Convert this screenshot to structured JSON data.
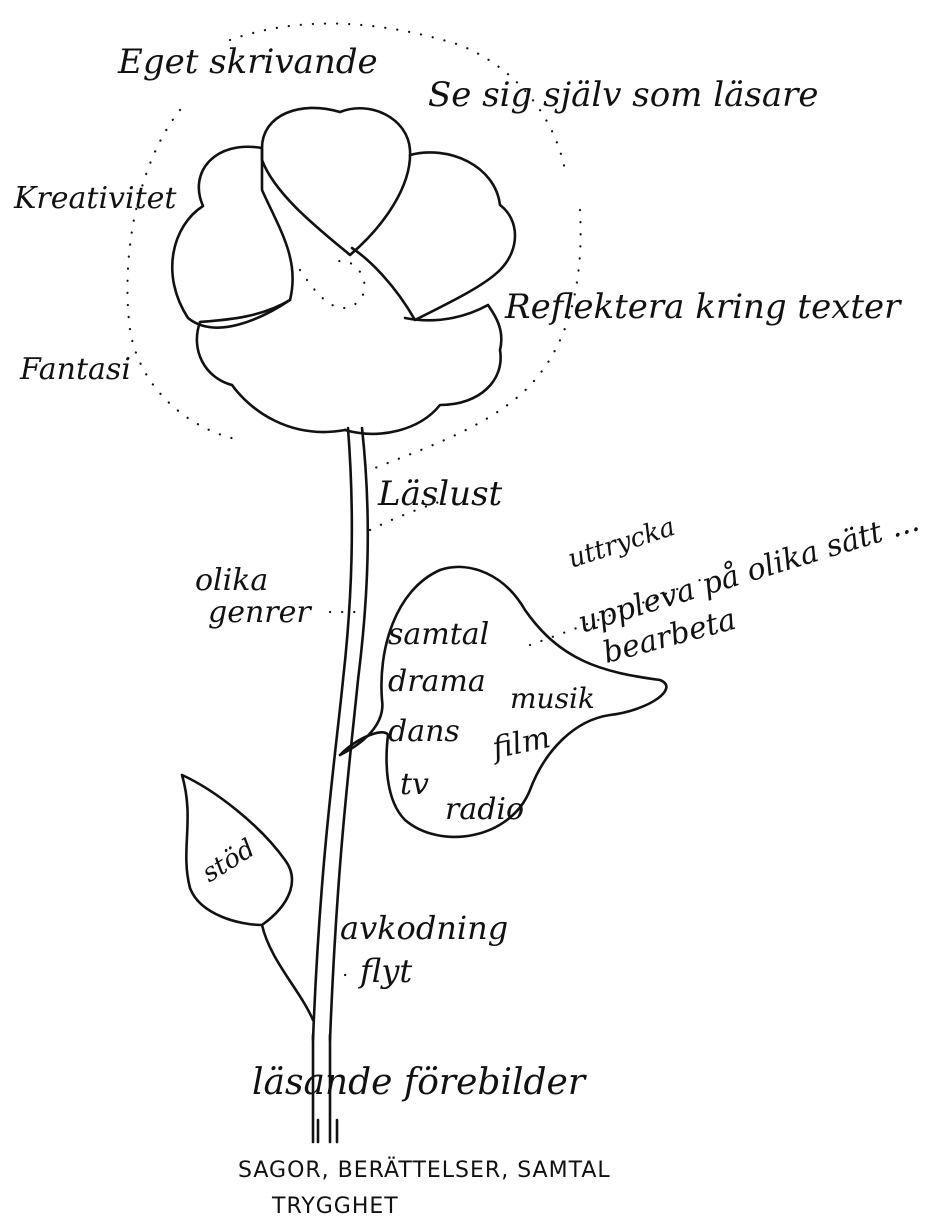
{
  "labels": {
    "eget": "Eget skrivande",
    "se_sig": "Se sig själv som läsare",
    "kreativitet": "Kreativitet",
    "reflektera": "Reflektera kring texter",
    "fantasi": "Fantasi",
    "laslust": "Läslust",
    "olika": "olika",
    "genrer": "genrer",
    "uttrycka": "uttrycka",
    "uppleva": "uppleva på olika sätt ...",
    "bearbeta": "bearbeta",
    "samtal": "samtal",
    "drama": "drama",
    "musik": "musik",
    "dans": "dans",
    "film": "film",
    "tv": "tv",
    "radio": "radio",
    "stod": "stöd",
    "avkodning": "avkodning",
    "flyt": "flyt",
    "lasande": "läsande förebilder",
    "roots1": "SAGOR, BERÄTTELSER, SAMTAL",
    "roots2": "TRYGGHET"
  }
}
